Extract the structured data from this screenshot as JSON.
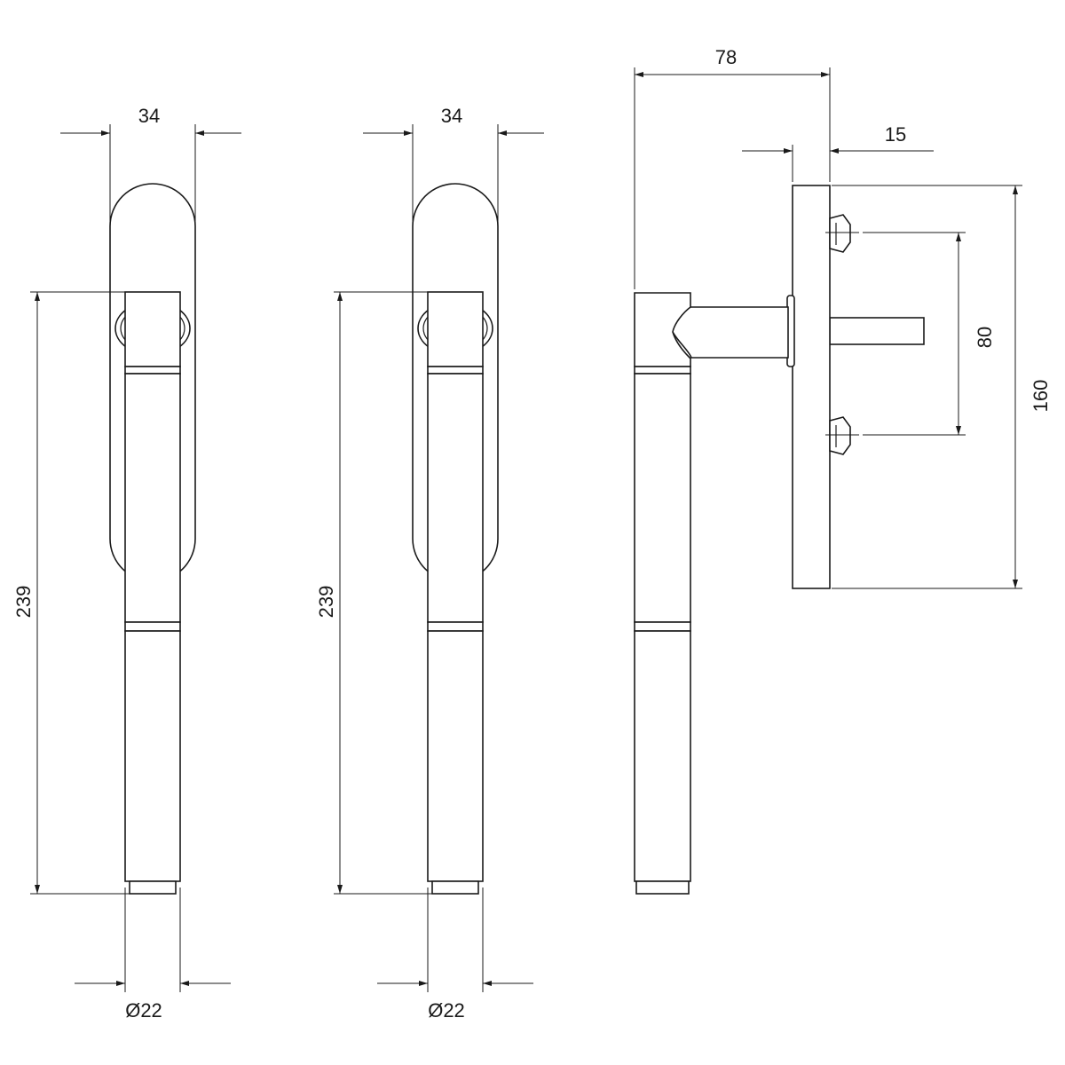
{
  "drawing": {
    "front_view_1": {
      "width_label": "34",
      "height_label": "239",
      "diameter_label": "Ø22"
    },
    "front_view_2": {
      "width_label": "34",
      "height_label": "239",
      "diameter_label": "Ø22"
    },
    "side_view": {
      "projection_label": "78",
      "rose_thickness_label": "15",
      "screw_spacing_label": "80",
      "rose_height_label": "160"
    }
  }
}
